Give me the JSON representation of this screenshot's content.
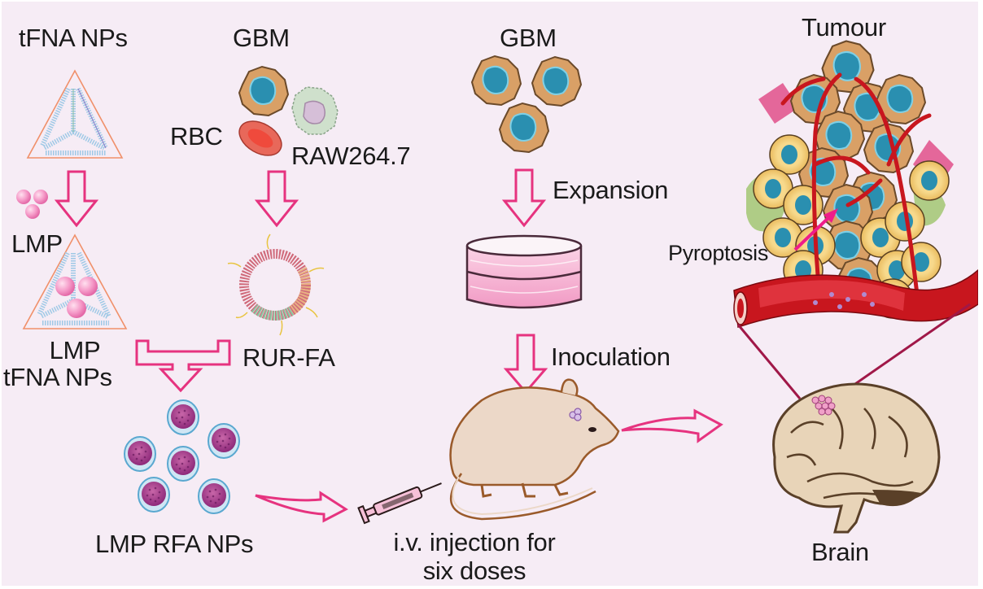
{
  "figure": {
    "title": "LMP RFA NPs preparation and GBM tumour treatment workflow",
    "colors": {
      "background": "#f6ecf5",
      "arrow": "#e6337f",
      "text": "#1a1a1a",
      "gbm_cell": "#d9a066",
      "nucleus": "#2a8fb0",
      "vessel": "#c8161e",
      "lmp": "#f39ac6"
    }
  },
  "labels": {
    "tfna_nps": "tFNA NPs",
    "gbm_left": "GBM",
    "rbc": "RBC",
    "raw": "RAW264.7",
    "lmp": "LMP",
    "lmp_tfna_line1": "LMP",
    "lmp_tfna_line2": "tFNA NPs",
    "rur_fa": "RUR-FA",
    "lmp_rfa_nps": "LMP RFA NPs",
    "gbm_mid": "GBM",
    "expansion": "Expansion",
    "inoculation": "Inoculation",
    "injection_line1": "i.v. injection for",
    "injection_line2": "six doses",
    "tumour": "Tumour",
    "pyroptosis": "Pyroptosis",
    "brain": "Brain"
  },
  "icons": {
    "tetrahedron": "tfna-tetrahedron-icon",
    "gbm_cell": "gbm-cell-icon",
    "rbc": "red-blood-cell-icon",
    "macrophage": "raw264-macrophage-icon",
    "lmp": "lmp-nanoparticle-icon",
    "membrane": "rur-fa-membrane-vesicle-icon",
    "nanoparticle": "lmp-rfa-nanoparticle-icon",
    "dish": "culture-dish-icon",
    "mouse": "mouse-icon",
    "syringe": "syringe-icon",
    "tumour": "tumour-microenvironment-icon",
    "brain": "brain-icon"
  }
}
